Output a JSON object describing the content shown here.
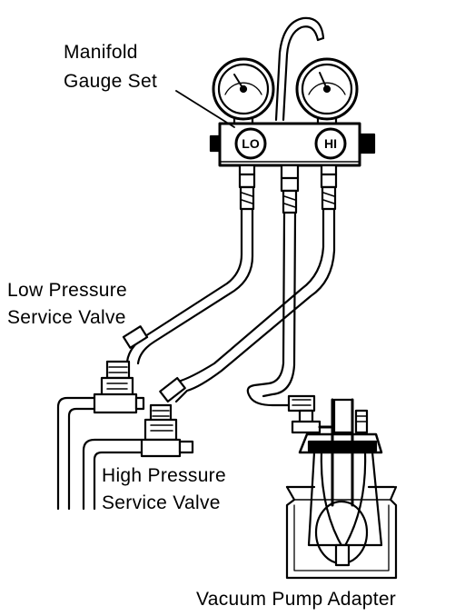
{
  "labels": {
    "manifold_line1": "Manifold",
    "manifold_line2": "Gauge Set",
    "low_line1": "Low Pressure",
    "low_line2": "Service Valve",
    "high_line1": "High Pressure",
    "high_line2": "Service Valve",
    "vacuum": "Vacuum Pump Adapter"
  },
  "gauges": {
    "low_mark": "LO",
    "high_mark": "HI"
  }
}
